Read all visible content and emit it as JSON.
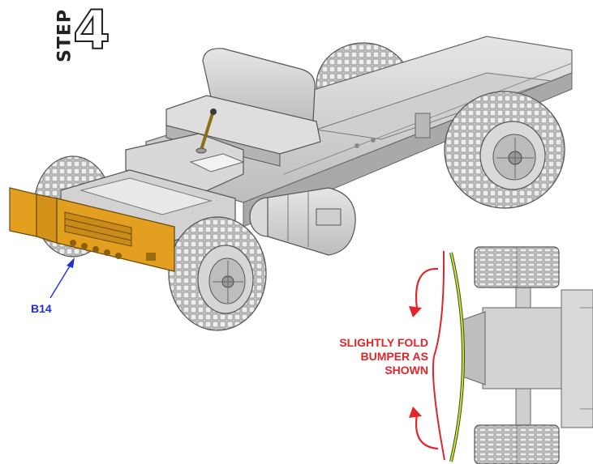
{
  "header": {
    "step_word": "STEP",
    "step_number": "4"
  },
  "callouts": {
    "part_label": "B14"
  },
  "instruction": {
    "lines": [
      "SLIGHTLY FOLD",
      "BUMPER AS",
      "SHOWN"
    ]
  },
  "colors": {
    "part_highlight": "#e3a020",
    "part_label": "#1d31d6",
    "instruction_text": "#e0262a",
    "model_gray": "#c9c9c9"
  }
}
